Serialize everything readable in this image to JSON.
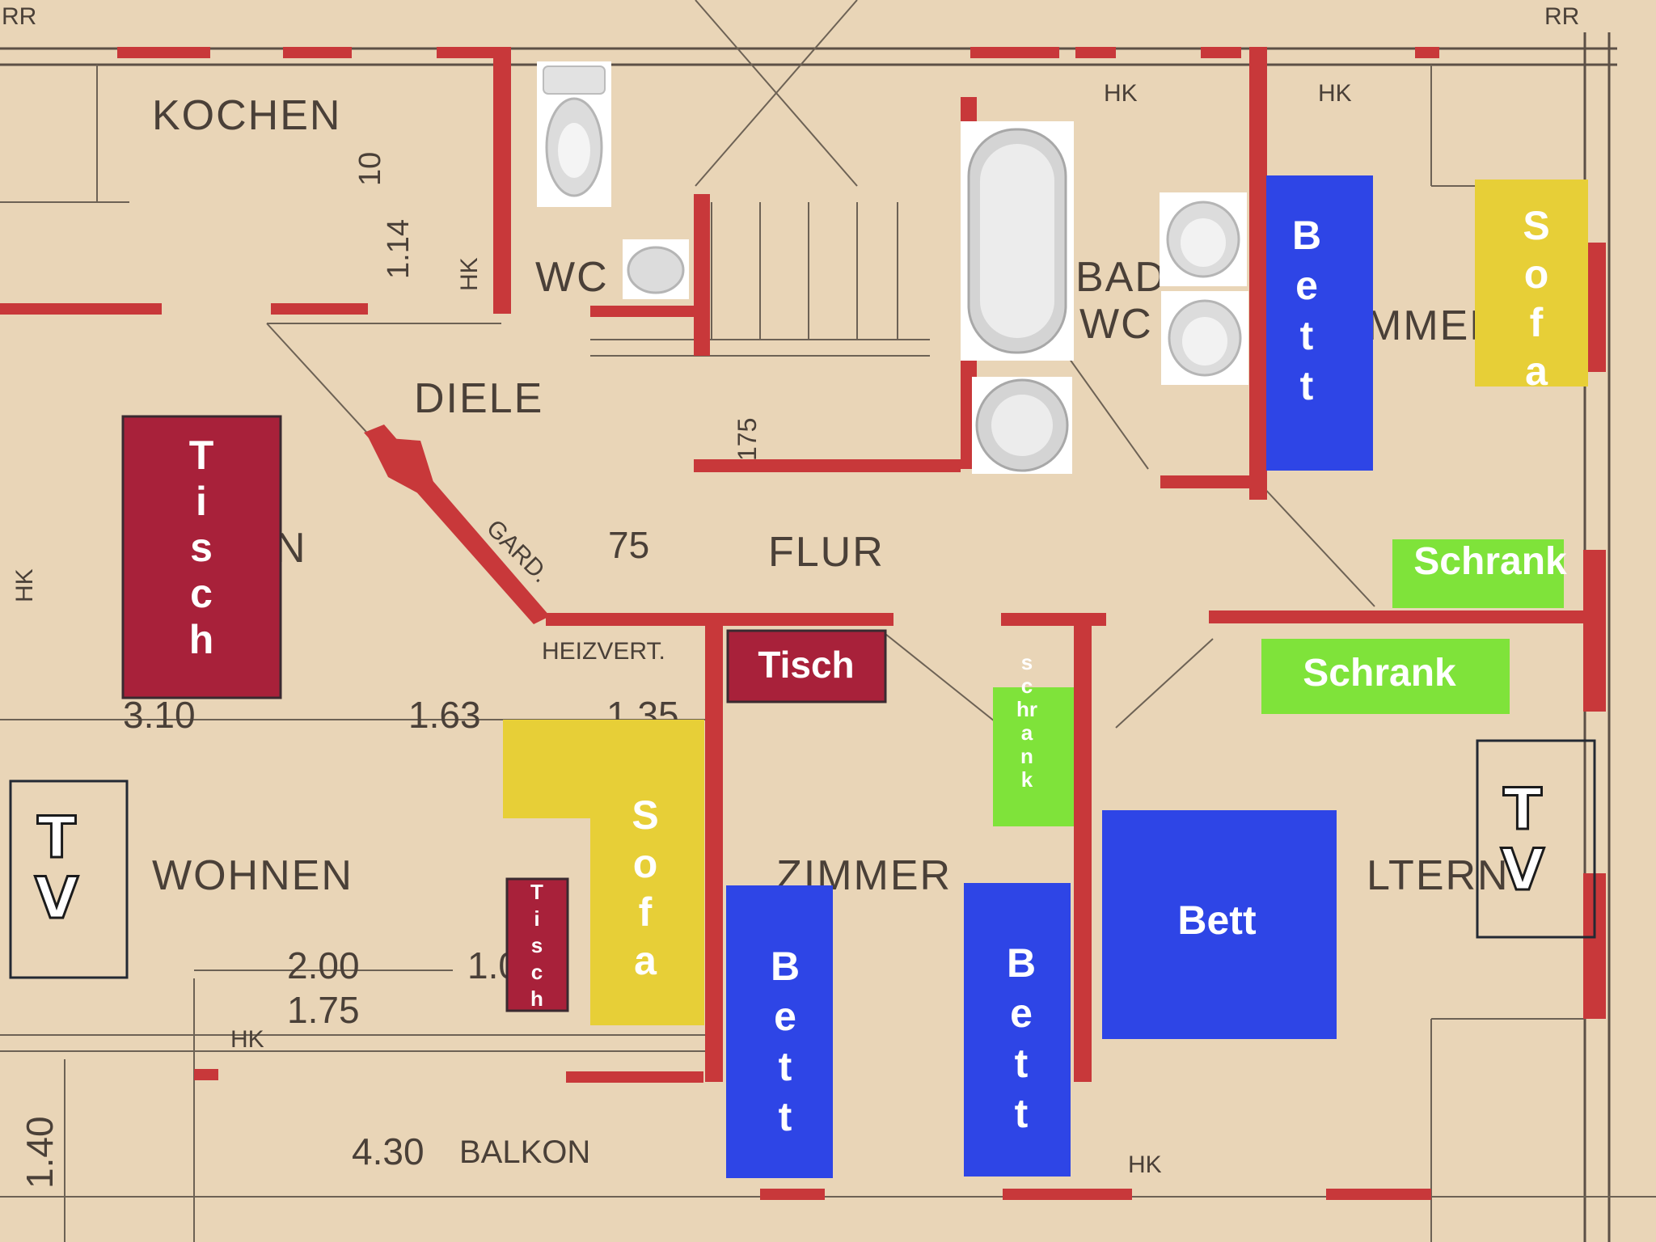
{
  "rooms": {
    "kochen": "KOCHEN",
    "wc": "WC",
    "diele": "DIELE",
    "flur": "FLUR",
    "bad": "BAD",
    "bad_wc": "WC",
    "zimmer_top": "MMER",
    "wohnen": "WOHNEN",
    "zimmer": "ZIMMER",
    "eltern": "LTERN",
    "balkon": "BALKON",
    "gard": "GARD.",
    "heizvert": "HEIZVERT.",
    "rr_left": "RR",
    "rr_right": "RR"
  },
  "labels": {
    "hk": "HK",
    "n": "N"
  },
  "dimensions": {
    "d_10": "10",
    "d_114": "1.14",
    "d_175": "175",
    "d_75": "75",
    "d_310": "3.10",
    "d_163": "1.63",
    "d_135": "1.35",
    "d_200": "2.00",
    "d_175b": "1.75",
    "d_1x": "1.0",
    "d_430": "4.30",
    "d_140": "1.40"
  },
  "furniture": {
    "tisch": "Tisch",
    "sofa": "Sofa",
    "bett": "Bett",
    "schrank": "Schrank",
    "schrank_small": "schrank",
    "tv": "TV"
  },
  "colors": {
    "bett": "#2e45e6",
    "sofa": "#e7cf37",
    "tisch": "#a8213a",
    "schrank": "#7fe33a",
    "wall": "#c8383a",
    "paper": "#e9d5b7"
  },
  "icons": [
    "toilet-icon",
    "sink-icon",
    "bathtub-icon",
    "shower-basin-icon"
  ]
}
